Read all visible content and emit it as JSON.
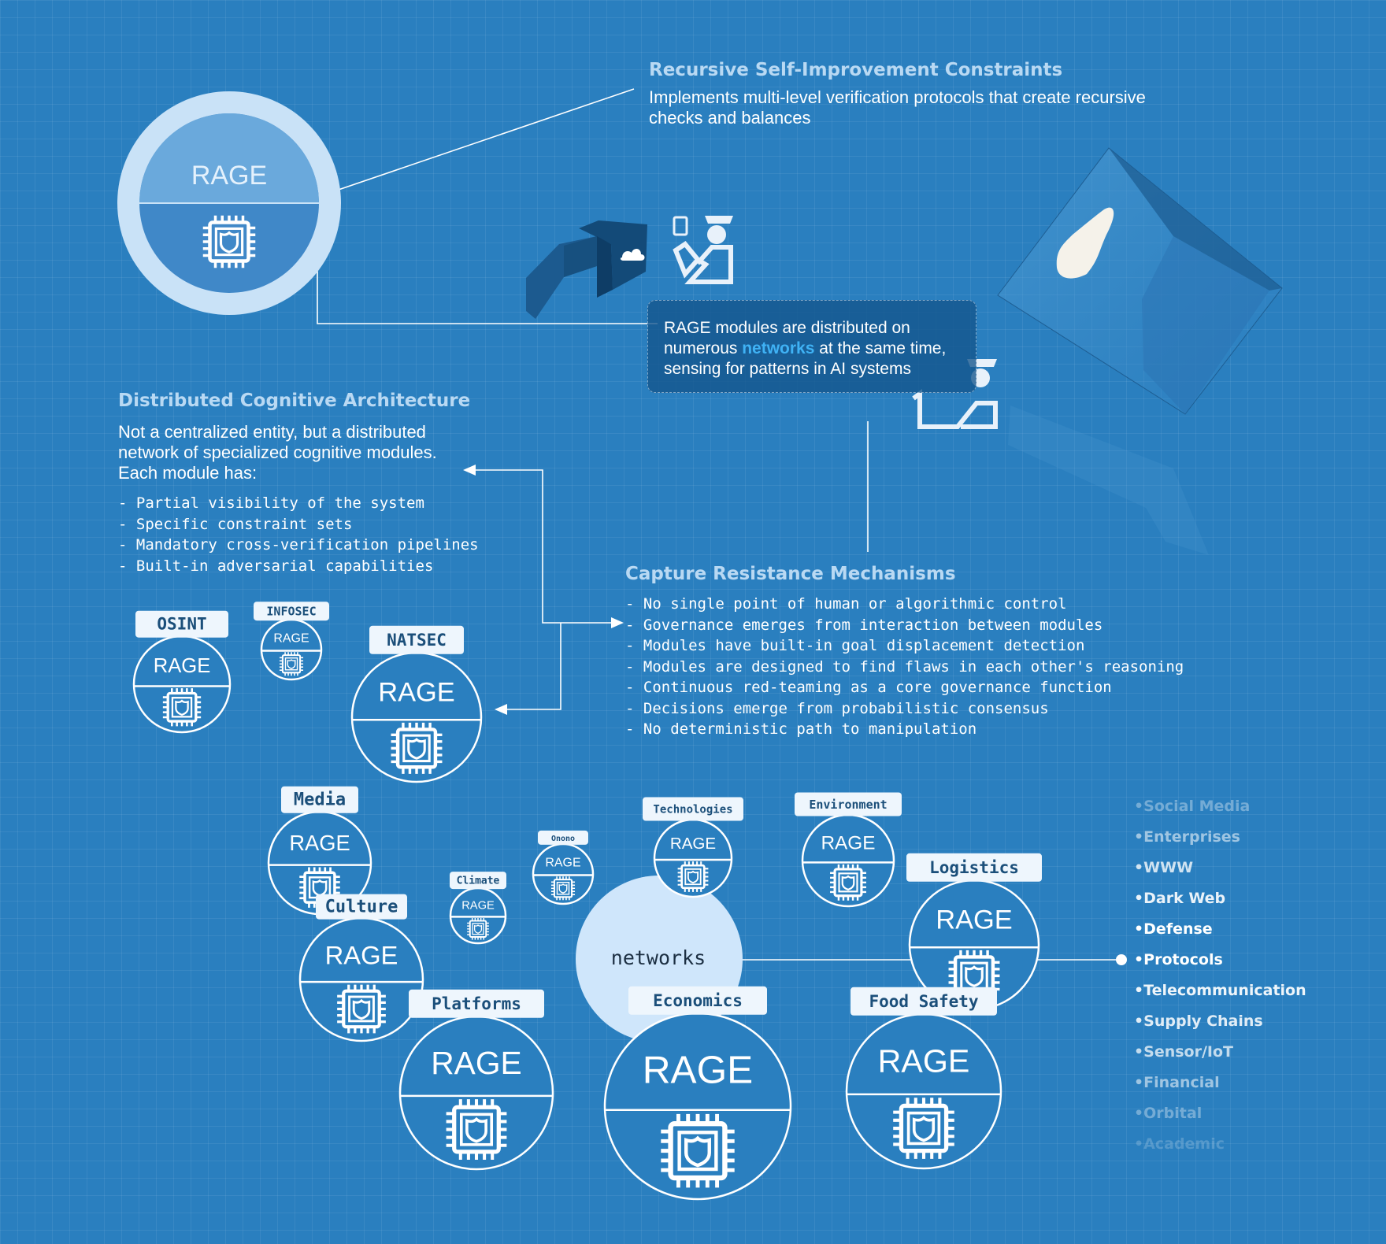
{
  "main_module": {
    "label": "RAGE"
  },
  "recursive": {
    "heading": "Recursive Self-Improvement Constraints",
    "line1": "Implements multi-level verification protocols that create recursive",
    "line2": "checks and balances"
  },
  "popup": {
    "line1": "RAGE modules are distributed on",
    "line2_pre": "numerous ",
    "line2_highlight": "networks",
    "line2_post": " at the same time,",
    "line3": "sensing for patterns in AI systems"
  },
  "distributed": {
    "heading": "Distributed Cognitive Architecture",
    "line1": "Not a centralized entity, but a distributed",
    "line2": "network of specialized cognitive modules.",
    "line3": "Each module has:",
    "items": [
      "Partial visibility of the system",
      "Specific constraint sets",
      "Mandatory cross-verification pipelines",
      "Built-in adversarial capabilities"
    ]
  },
  "capture": {
    "heading": "Capture Resistance Mechanisms",
    "items": [
      "No single point of human or algorithmic control",
      "Governance emerges from interaction between modules",
      "Modules have built-in goal displacement detection",
      "Modules are designed to find flaws in each other's reasoning",
      "Continuous red-teaming as a core governance function",
      "Decisions emerge from probabilistic consensus",
      "No deterministic path to manipulation"
    ]
  },
  "modules": [
    {
      "name": "OSINT",
      "label": "RAGE"
    },
    {
      "name": "INFOSEC",
      "label": "RAGE"
    },
    {
      "name": "NATSEC",
      "label": "RAGE"
    },
    {
      "name": "Media",
      "label": "RAGE"
    },
    {
      "name": "Culture",
      "label": "RAGE"
    },
    {
      "name": "Climate",
      "label": "RAGE"
    },
    {
      "name": "Onono",
      "label": "RAGE"
    },
    {
      "name": "Technologies",
      "label": "RAGE"
    },
    {
      "name": "Environment",
      "label": "RAGE"
    },
    {
      "name": "Logistics",
      "label": "RAGE"
    },
    {
      "name": "Platforms",
      "label": "RAGE"
    },
    {
      "name": "Food Safety",
      "label": "RAGE"
    },
    {
      "name": "Economics",
      "label": "RAGE"
    }
  ],
  "hub": {
    "label": "networks"
  },
  "network_list": [
    {
      "label": "Social Media",
      "opacity": 0.35
    },
    {
      "label": "Enterprises",
      "opacity": 0.55
    },
    {
      "label": "WWW",
      "opacity": 0.78
    },
    {
      "label": "Dark Web",
      "opacity": 0.9
    },
    {
      "label": "Defense",
      "opacity": 1
    },
    {
      "label": "Protocols",
      "opacity": 1
    },
    {
      "label": "Telecommunication",
      "opacity": 0.92
    },
    {
      "label": "Supply Chains",
      "opacity": 0.85
    },
    {
      "label": "Sensor/IoT",
      "opacity": 0.72
    },
    {
      "label": "Financial",
      "opacity": 0.55
    },
    {
      "label": "Orbital",
      "opacity": 0.35
    },
    {
      "label": "Academic",
      "opacity": 0.2
    }
  ],
  "colors": {
    "background": "#2a7fbf",
    "heading": "#b9d9f3",
    "highlight": "#3fb2f5",
    "hub": "#cfe6fb",
    "tag_text": "#1b4f7a"
  }
}
